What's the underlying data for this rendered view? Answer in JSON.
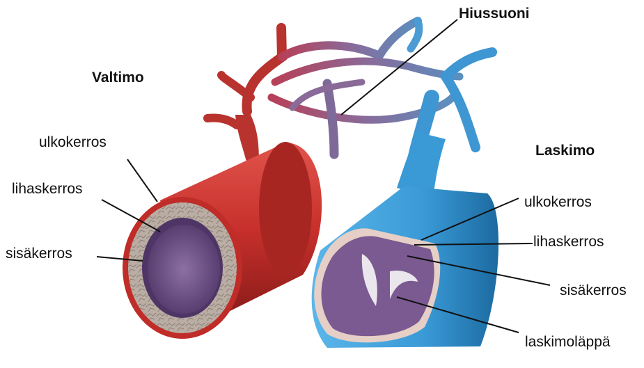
{
  "titles": {
    "artery": "Valtimo",
    "capillary": "Hiussuoni",
    "vein": "Laskimo"
  },
  "artery_labels": {
    "outer": "ulkokerros",
    "muscle": "lihaskerros",
    "inner": "sisäkerros"
  },
  "vein_labels": {
    "outer": "ulkokerros",
    "muscle": "lihaskerros",
    "inner": "sisäkerros",
    "valve": "laskimoläppä"
  },
  "colors": {
    "artery": "#c8302c",
    "artery_dark": "#8e1c1a",
    "vein": "#3a9ad6",
    "vein_dark": "#1f6ea3",
    "capillary": "#8a6a98",
    "wall": "#b7aaa0",
    "lumen": "#6c4f84"
  }
}
